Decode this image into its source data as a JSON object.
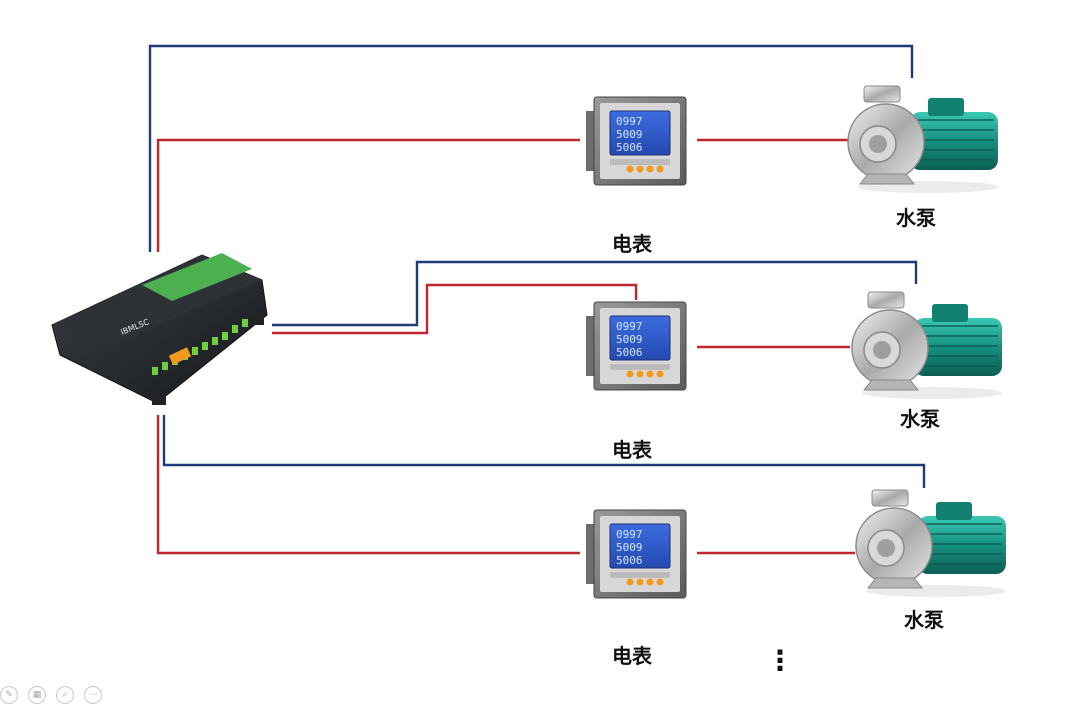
{
  "colors": {
    "blue_wire": "#1f3a78",
    "red_wire": "#c0272d",
    "pump_body": "#1a9a88",
    "meter_screen": "#2f5fd0"
  },
  "pumps": [
    {
      "label": "水泵"
    },
    {
      "label": "水泵"
    },
    {
      "label": "水泵"
    }
  ],
  "meters": [
    {
      "label": "电表",
      "readings": [
        "0997",
        "5009",
        "5006"
      ]
    },
    {
      "label": "电表",
      "readings": [
        "0997",
        "5009",
        "5006"
      ]
    },
    {
      "label": "电表",
      "readings": [
        "0997",
        "5009",
        "5006"
      ]
    }
  ],
  "controller": {
    "brand_text": "IBMLSC"
  },
  "continuation": "⋮",
  "toolbar": {
    "icons": [
      "pen-icon",
      "slides-icon",
      "zoom-icon",
      "more-icon"
    ]
  }
}
